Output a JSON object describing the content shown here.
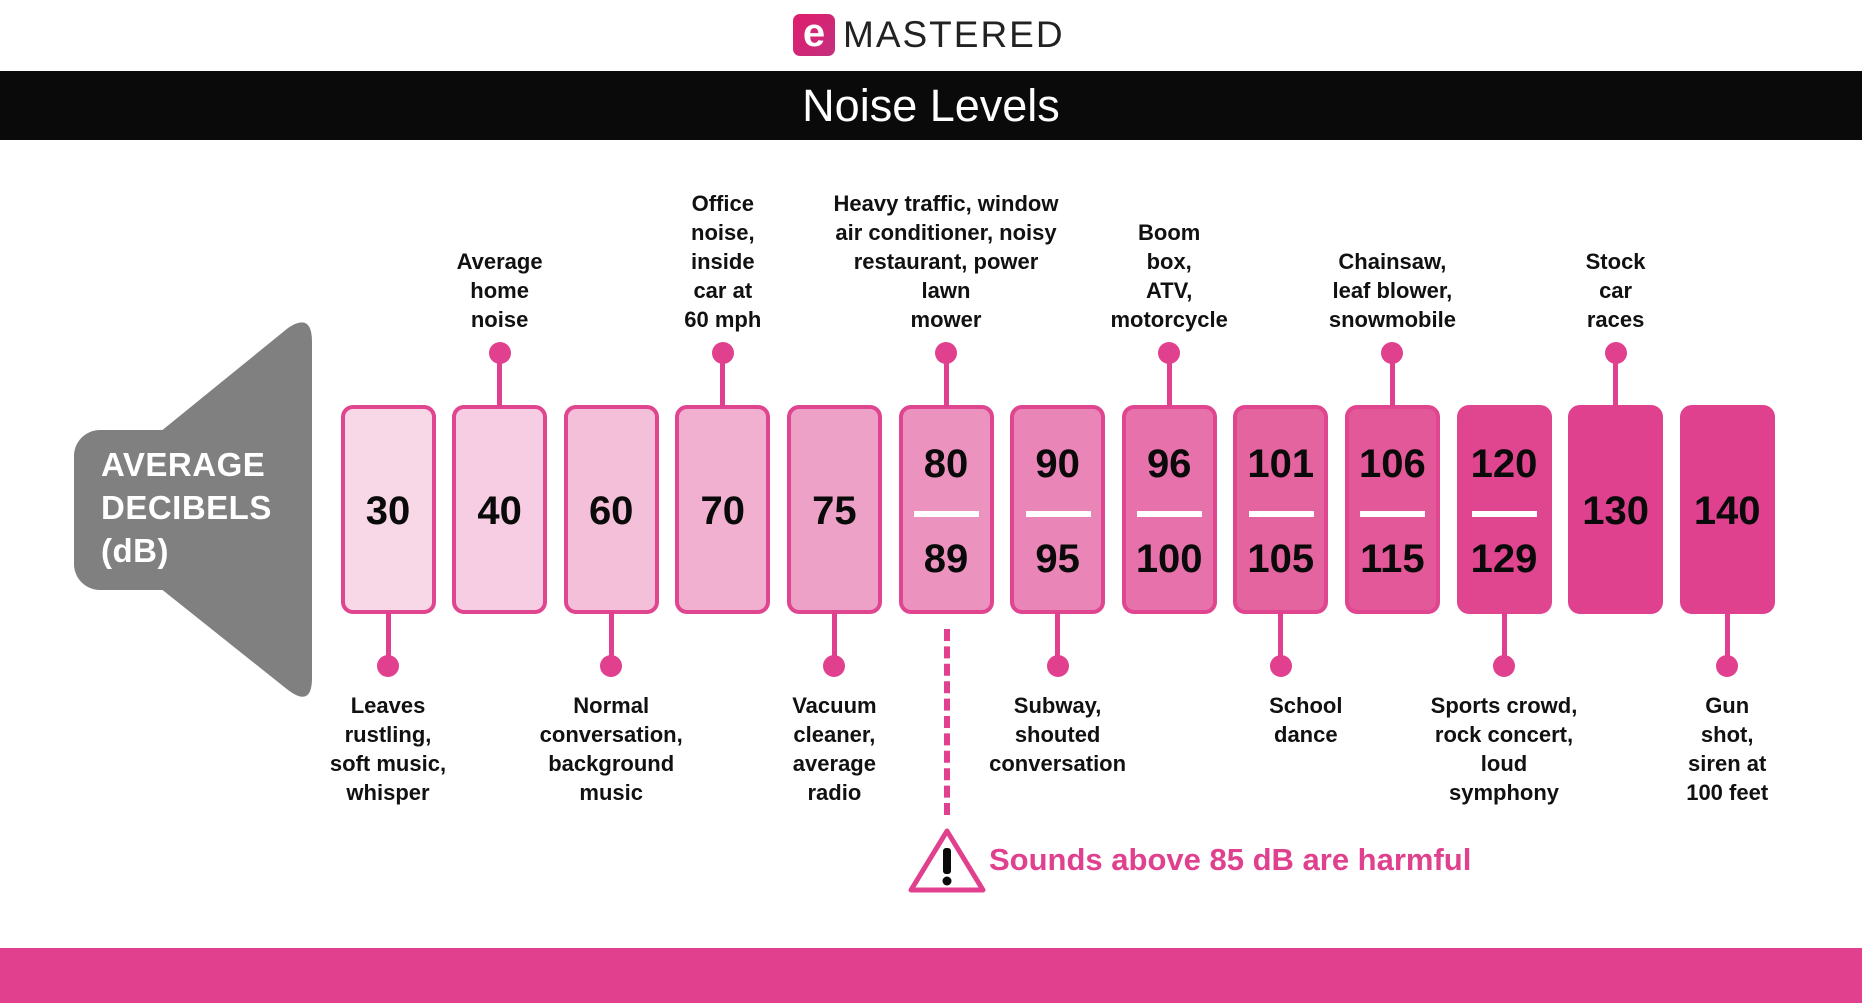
{
  "brand": {
    "logo_letter": "e",
    "name": "MASTERED"
  },
  "title": "Noise Levels",
  "axis_label": "AVERAGE\nDECIBELS\n(dB)",
  "warning": "Sounds above 85 dB are harmful",
  "colors": {
    "accent": "#e0408e",
    "border": "#e0458f",
    "band": "#0a0a0a",
    "speaker": "#808080"
  },
  "levels": [
    {
      "low": "30",
      "fill": "#f8d7e7",
      "pin": "bottom",
      "label": "Leaves\nrustling,\nsoft music,\nwhisper"
    },
    {
      "low": "40",
      "fill": "#f6cde2",
      "pin": "top",
      "label": "Average\nhome\nnoise"
    },
    {
      "low": "60",
      "fill": "#f4bfd9",
      "pin": "bottom",
      "label": "Normal\nconversation,\nbackground\nmusic"
    },
    {
      "low": "70",
      "fill": "#f1b0d0",
      "pin": "top",
      "label": "Office\nnoise,\ninside\ncar at\n60 mph"
    },
    {
      "low": "75",
      "fill": "#eea1c7",
      "pin": "bottom",
      "label": "Vacuum\ncleaner,\naverage\nradio"
    },
    {
      "low": "80",
      "high": "89",
      "fill": "#ec92be",
      "pin": "top",
      "label": "Heavy traffic, window\nair conditioner, noisy\nrestaurant, power\nlawn\nmower"
    },
    {
      "low": "90",
      "high": "95",
      "fill": "#e985b7",
      "pin": "bottom",
      "label": "Subway,\nshouted\nconversation"
    },
    {
      "low": "96",
      "high": "100",
      "fill": "#e772ab",
      "pin": "top",
      "label": "Boom\nbox,\nATV,\nmotorcycle"
    },
    {
      "low": "101",
      "high": "105",
      "fill": "#e4649f",
      "pin": "bottom",
      "label": "School\ndance"
    },
    {
      "low": "106",
      "high": "115",
      "fill": "#e25898",
      "pin": "top",
      "label": "Chainsaw,\nleaf blower,\nsnowmobile"
    },
    {
      "low": "120",
      "high": "129",
      "fill": "#e04590",
      "pin": "bottom",
      "label": "Sports crowd,\nrock concert,\nloud\nsymphony"
    },
    {
      "low": "130",
      "fill": "#e0418e",
      "pin": "top",
      "label": "Stock\ncar\nraces"
    },
    {
      "low": "140",
      "fill": "#e0418e",
      "pin": "bottom",
      "label": "Gun\nshot,\nsiren at\n100 feet"
    }
  ]
}
